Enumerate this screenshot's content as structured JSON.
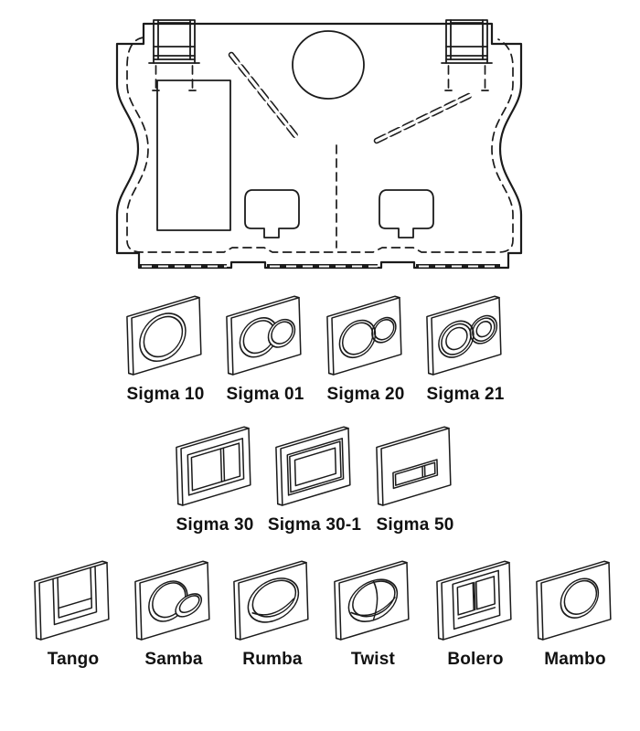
{
  "colors": {
    "background": "#ffffff",
    "line": "#1b1b1b",
    "text": "#111111"
  },
  "diagram": {
    "name": "concealed-cistern-technical-drawing"
  },
  "rows": [
    {
      "plates": [
        {
          "label": "Sigma 10"
        },
        {
          "label": "Sigma 01"
        },
        {
          "label": "Sigma 20"
        },
        {
          "label": "Sigma 21"
        }
      ]
    },
    {
      "plates": [
        {
          "label": "Sigma 30"
        },
        {
          "label": "Sigma 30-1"
        },
        {
          "label": "Sigma 50"
        }
      ]
    },
    {
      "plates": [
        {
          "label": "Tango"
        },
        {
          "label": "Samba"
        },
        {
          "label": "Rumba"
        },
        {
          "label": "Twist"
        },
        {
          "label": "Bolero"
        },
        {
          "label": "Mambo"
        }
      ]
    }
  ]
}
